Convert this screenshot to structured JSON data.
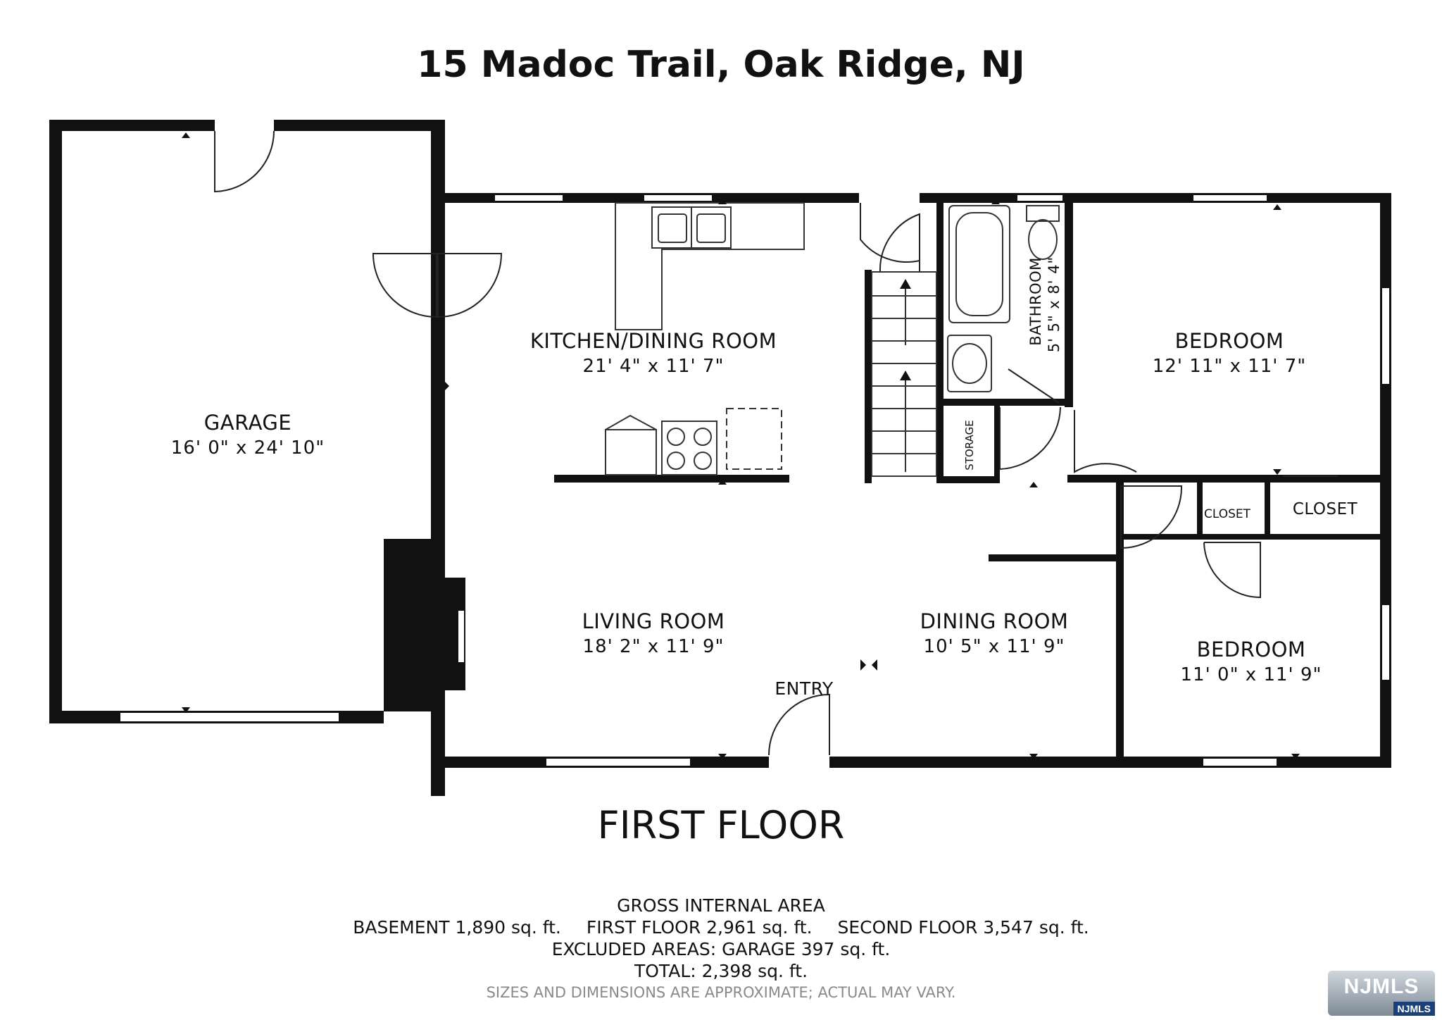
{
  "title": "15 Madoc Trail, Oak Ridge, NJ",
  "rooms": {
    "garage": {
      "name": "GARAGE",
      "dims": "16' 0\" x 24' 10\""
    },
    "kitchen": {
      "name": "KITCHEN/DINING ROOM",
      "dims": "21' 4\" x 11' 7\""
    },
    "bathroom": {
      "name": "BATHROOM",
      "dims": "5' 5\" x 8' 4\""
    },
    "bedroom1": {
      "name": "BEDROOM",
      "dims": "12' 11\" x 11' 7\""
    },
    "storage": {
      "name": "STORAGE"
    },
    "closet1": {
      "name": "CLOSET"
    },
    "closet2": {
      "name": "CLOSET"
    },
    "living": {
      "name": "LIVING ROOM",
      "dims": "18' 2\" x 11' 9\""
    },
    "dining": {
      "name": "DINING ROOM",
      "dims": "10' 5\" x 11' 9\""
    },
    "bedroom2": {
      "name": "BEDROOM",
      "dims": "11' 0\" x 11' 9\""
    },
    "entry": {
      "name": "ENTRY"
    }
  },
  "floor_label": "FIRST FLOOR",
  "area": {
    "heading": "GROSS INTERNAL AREA",
    "basement": "BASEMENT 1,890 sq. ft.",
    "first_floor": "FIRST FLOOR 2,961 sq. ft.",
    "second_floor": "SECOND FLOOR 3,547 sq. ft.",
    "excluded": "EXCLUDED AREAS:  GARAGE 397 sq. ft.",
    "total": "TOTAL: 2,398 sq. ft.",
    "note": "SIZES AND DIMENSIONS ARE APPROXIMATE; ACTUAL MAY VARY."
  },
  "badge": {
    "logo": "NJMLS",
    "small": "NJMLS"
  }
}
